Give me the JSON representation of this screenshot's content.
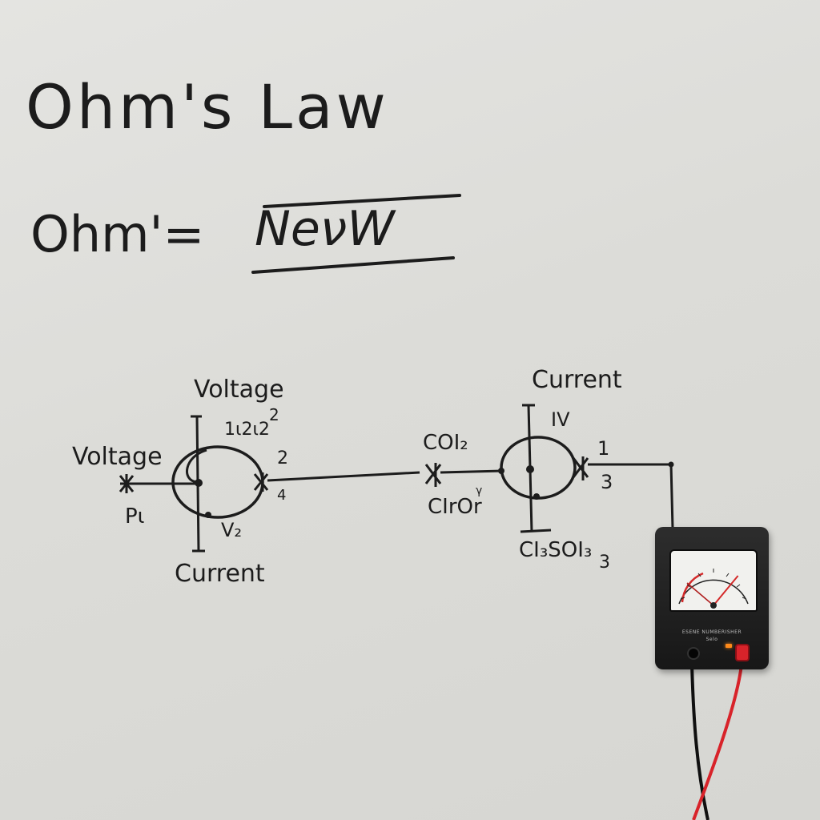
{
  "heading": "Ohm's Law",
  "formula": {
    "left": "Ohm'=",
    "right": "NeνW"
  },
  "left_circuit": {
    "top": "Voltage",
    "left": "Voltage",
    "node_top": "1ι2ι2",
    "node_top_sup": "2",
    "right_top": "2",
    "right_bottom": "4",
    "under_left": "Pι",
    "under_mid": "V₂",
    "bottom": "Current"
  },
  "middle": {
    "top": "COI₂",
    "bottom": "CIrOr",
    "bottom_sup": "γ"
  },
  "right_circuit": {
    "top": "Current",
    "node_top": "IV",
    "right_top": "1",
    "right_bottom": "3",
    "bottom": "CI₃SOI₃",
    "bottom_sub": "3"
  },
  "meter": {
    "brand": "ESENE NUMBERISHER",
    "model": "Selo",
    "needle_fraction": 0.72,
    "accent": "#d42a2a"
  },
  "colors": {
    "ink": "#1c1c1c",
    "board": "#dcdcd8",
    "probe_red": "#d8232a",
    "probe_black": "#101010"
  }
}
